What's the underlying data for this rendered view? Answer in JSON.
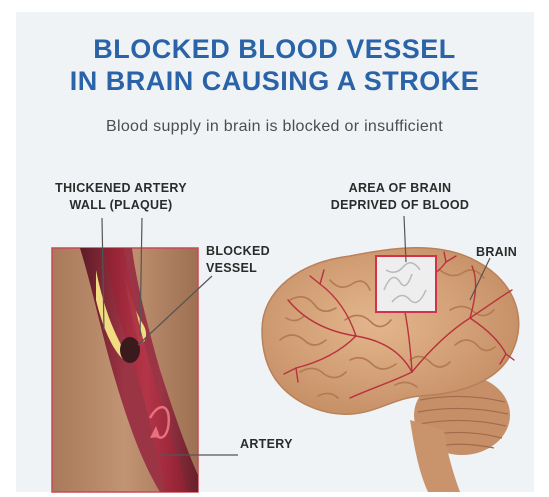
{
  "title": {
    "line1": "BLOCKED BLOOD VESSEL",
    "line2": "IN BRAIN CAUSING A STROKE"
  },
  "subtitle": "Blood supply in brain is blocked or insufficient",
  "labels": {
    "plaque_line1": "THICKENED ARTERY",
    "plaque_line2": "WALL (PLAQUE)",
    "blocked_line1": "BLOCKED",
    "blocked_line2": "VESSEL",
    "artery": "ARTERY",
    "deprived_line1": "AREA OF BRAIN",
    "deprived_line2": "DEPRIVED OF BLOOD",
    "brain": "BRAIN"
  },
  "colors": {
    "title": "#2a63a8",
    "panel": "#f0f3f5",
    "artery_wall": "#7a2332",
    "blood": "#a52a3c",
    "plaque": "#f1dc82",
    "clot": "#3b1a1e",
    "brain": "#d7a57a",
    "cerebellum": "#c68f67",
    "vessels": "#b8323c",
    "highlight_box": "#d1344a",
    "leader_lines": "#555555"
  }
}
